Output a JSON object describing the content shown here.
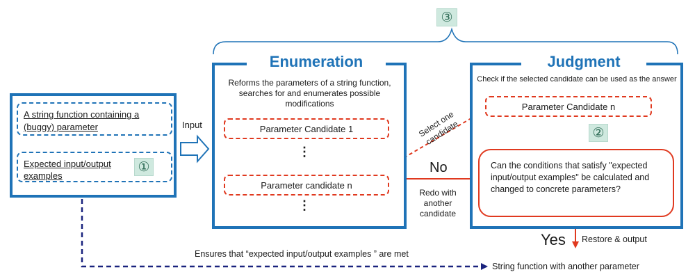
{
  "badges": {
    "one": "①",
    "two": "②",
    "three": "③"
  },
  "left_box": {
    "item1": "A string function containing a (buggy) parameter",
    "item2": "Expected input/output examples"
  },
  "input_label": "Input",
  "enumeration": {
    "title": "Enumeration",
    "description": "Reforms the parameters of a string function, searches for and enumerates possible modifications",
    "candidate_1": "Parameter Candidate 1",
    "candidate_n": "Parameter candidate n",
    "dots": "⋮"
  },
  "judgment": {
    "title": "Judgment",
    "description": "Check if the selected candidate can be used as the answer",
    "candidate": "Parameter Candidate n",
    "question": "Can the conditions that satisfy \"expected input/output examples\" be calculated and changed to concrete parameters?"
  },
  "arrows": {
    "select_one": "Select one candidate",
    "no": "No",
    "redo": "Redo with another candidate",
    "yes": "Yes",
    "restore": "Restore & output",
    "ensures": "Ensures that “expected input/output examples ” are met",
    "output": "String function with another parameter"
  },
  "colors": {
    "blue": "#1f73b7",
    "red": "#e0391f",
    "navy": "#1a237e",
    "badge": "#cfe9df"
  }
}
